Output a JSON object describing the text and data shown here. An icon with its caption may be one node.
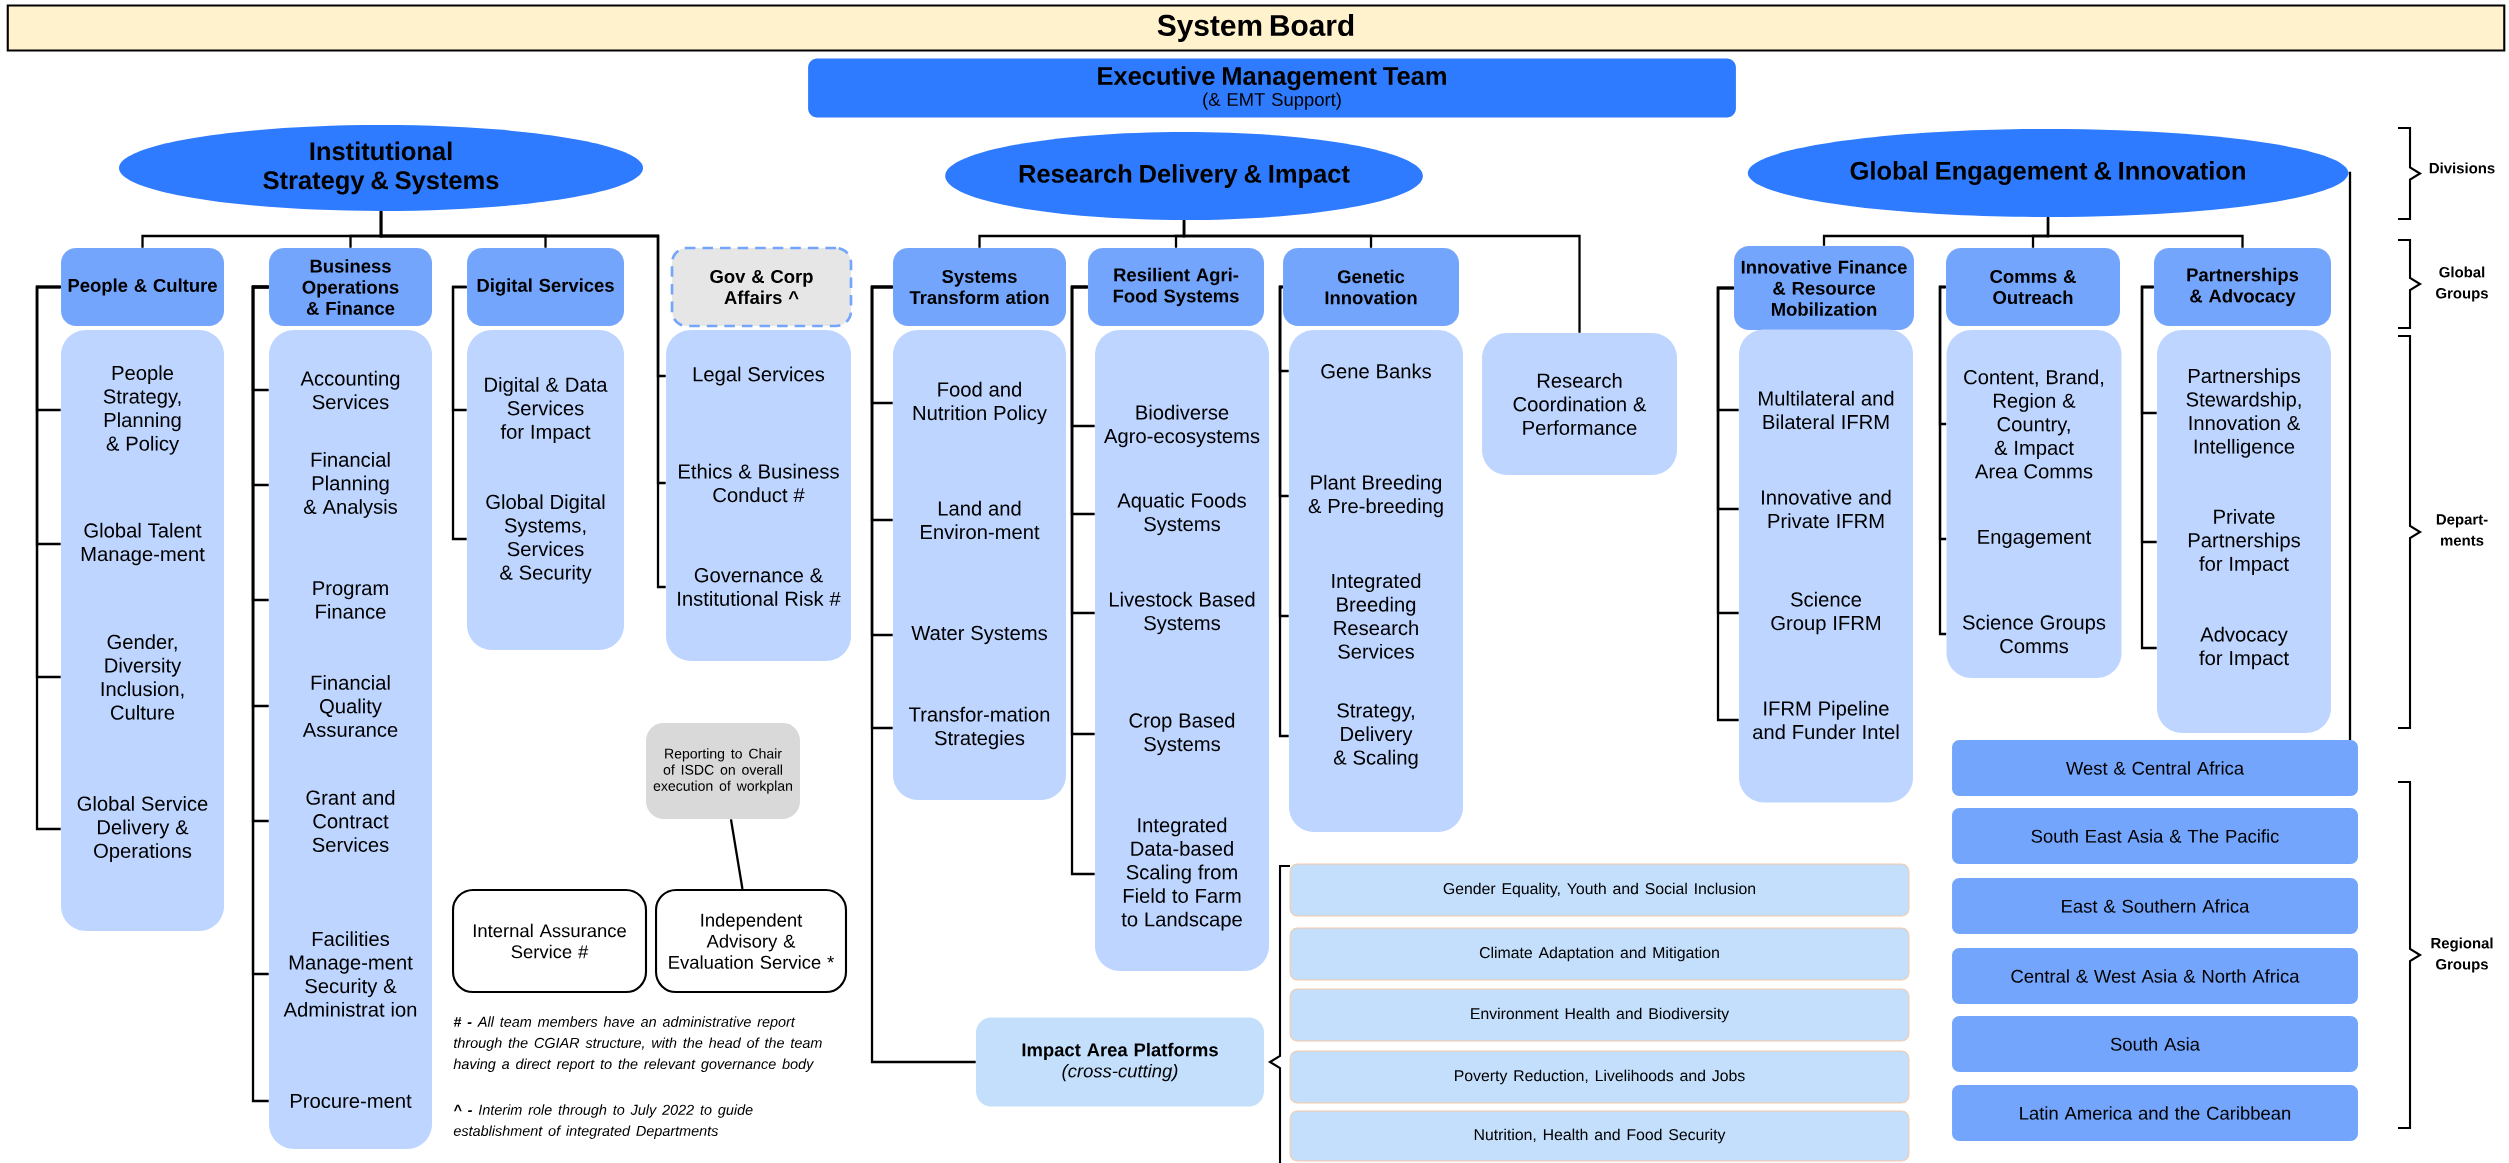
{
  "diagram": {
    "nodes": [
      {
        "text": [
          "System Board"
        ]
      },
      {
        "text": [
          "Executive Management Team",
          "(& EMT Support)"
        ]
      },
      {
        "text": [
          "Institutional Strategy & Systems"
        ]
      },
      {
        "text": [
          "Research Delivery & Impact"
        ]
      },
      {
        "text": [
          "Global Engagement & Innovation"
        ]
      },
      {
        "text": [
          "People & Culture"
        ]
      },
      {
        "text": [],
        "shape": "box"
      },
      {
        "text": [
          "People Strategy, Planning & Policy"
        ],
        "in": 6
      },
      {
        "text": [
          "Global Talent Manage-ment"
        ],
        "in": 6
      },
      {
        "text": [
          "Gender, Diversity Inclusion, Culture"
        ],
        "in": 6
      },
      {
        "text": [
          "Global Service Delivery & Operations"
        ],
        "in": 6
      },
      {
        "text": [
          "Business Operations & Finance"
        ]
      },
      {
        "text": [],
        "shape": "box"
      },
      {
        "text": [
          "Accounting Services"
        ],
        "in": 12
      },
      {
        "text": [
          "Financial Planning & Analysis"
        ],
        "in": 12
      },
      {
        "text": [
          "Program Finance"
        ],
        "in": 12
      },
      {
        "text": [
          "Financial Quality Assurance"
        ],
        "in": 12
      },
      {
        "text": [
          "Grant and Contract Services"
        ],
        "in": 12
      },
      {
        "text": [
          "Facilities Manage-ment Security & Administrat ion"
        ],
        "in": 12
      },
      {
        "text": [
          "Procure-ment"
        ],
        "in": 12
      },
      {
        "text": [
          "Digital Services"
        ]
      },
      {
        "text": [],
        "shape": "box"
      },
      {
        "text": [
          "Digital & Data Services for Impact"
        ],
        "in": 21
      },
      {
        "text": [
          "Global Digital Systems, Services & Security"
        ],
        "in": 21
      },
      {
        "text": [
          "Gov & Corp Affairs ^"
        ]
      },
      {
        "text": [],
        "shape": "box"
      },
      {
        "text": [
          "Legal Services"
        ],
        "in": 25
      },
      {
        "text": [
          "Ethics & Business Conduct #"
        ],
        "in": 25
      },
      {
        "text": [
          "Governance & Institutional Risk #"
        ],
        "in": 25
      },
      {
        "text": [
          "Systems Transform ation"
        ]
      },
      {
        "text": [],
        "shape": "box"
      },
      {
        "text": [
          "Food and Nutrition Policy"
        ],
        "in": 30
      },
      {
        "text": [
          "Land and Environ-ment"
        ],
        "in": 30
      },
      {
        "text": [
          "Water Systems"
        ],
        "in": 30
      },
      {
        "text": [
          "Transfor-mation Strategies"
        ],
        "in": 30
      },
      {
        "text": [
          "Resilient Agri-Food Systems"
        ]
      },
      {
        "text": [],
        "shape": "box"
      },
      {
        "text": [
          "Biodiverse Agro-ecosystems"
        ],
        "in": 36
      },
      {
        "text": [
          "Aquatic Foods Systems"
        ],
        "in": 36
      },
      {
        "text": [
          "Livestock Based Systems"
        ],
        "in": 36
      },
      {
        "text": [
          "Crop Based Systems"
        ],
        "in": 36
      },
      {
        "text": [
          "Integrated Data-based Scaling from Field to Farm to Landscape"
        ],
        "in": 36
      },
      {
        "text": [
          "Genetic Innovation"
        ]
      },
      {
        "text": [],
        "shape": "box"
      },
      {
        "text": [
          "Gene Banks"
        ],
        "in": 43
      },
      {
        "text": [
          "Plant Breeding & Pre-breeding"
        ],
        "in": 43
      },
      {
        "text": [
          "Integrated Breeding Research Services"
        ],
        "in": 43
      },
      {
        "text": [
          "Strategy, Delivery & Scaling"
        ],
        "in": 43
      },
      {
        "text": [
          "Research Coordination & Performance"
        ]
      },
      {
        "text": [
          "Innovative Finance & Resource Mobilization"
        ]
      },
      {
        "text": [],
        "shape": "box"
      },
      {
        "text": [
          "Multilateral and Bilateral IFRM"
        ],
        "in": 50
      },
      {
        "text": [
          "Innovative and Private IFRM"
        ],
        "in": 50
      },
      {
        "text": [
          "Science Group IFRM"
        ],
        "in": 50
      },
      {
        "text": [
          "IFRM Pipeline and Funder Intel"
        ],
        "in": 50
      },
      {
        "text": [
          "Comms & Outreach"
        ]
      },
      {
        "text": [],
        "shape": "box"
      },
      {
        "text": [
          "Content, Brand, Region & Country, & Impact Area Comms"
        ],
        "in": 56
      },
      {
        "text": [
          "Engagement"
        ],
        "in": 56
      },
      {
        "text": [
          "Science Groups Comms"
        ],
        "in": 56
      },
      {
        "text": [
          "Partnerships & Advocacy"
        ]
      },
      {
        "text": [],
        "shape": "box"
      },
      {
        "text": [
          "Partnerships Stewardship, Innovation & Intelligence"
        ],
        "in": 61
      },
      {
        "text": [
          "Private Partnerships for Impact"
        ],
        "in": 61
      },
      {
        "text": [
          "Advocacy for Impact"
        ],
        "in": 61
      },
      {
        "text": [
          "West & Central Africa"
        ]
      },
      {
        "text": [
          "South East Asia & The Pacific"
        ]
      },
      {
        "text": [
          "East & Southern Africa"
        ]
      },
      {
        "text": [
          "Central & West Asia & North Africa"
        ]
      },
      {
        "text": [
          "South Asia"
        ]
      },
      {
        "text": [
          "Latin America and the Caribbean"
        ]
      },
      {
        "text": [
          "Reporting to Chair of ISDC on overall execution of workplan"
        ]
      },
      {
        "text": [
          "Internal Assurance Service #"
        ]
      },
      {
        "text": [
          "Independent Advisory & Evaluation Service *"
        ]
      },
      {
        "text": [
          "Impact Area Platforms",
          "(cross-cutting)"
        ]
      },
      {
        "text": [
          "Gender Equality, Youth and Social Inclusion"
        ]
      },
      {
        "text": [
          "Climate Adaptation and Mitigation"
        ]
      },
      {
        "text": [
          "Environment Health and Biodiversity"
        ]
      },
      {
        "text": [
          "Poverty Reduction, Livelihoods and Jobs"
        ]
      },
      {
        "text": [
          "Nutrition, Health and Food Security"
        ]
      }
    ],
    "edges": [
      {
        "from": 2,
        "to": 5,
        "arrow": "none"
      },
      {
        "from": 2,
        "to": 11,
        "arrow": "none"
      },
      {
        "from": 2,
        "to": 20,
        "arrow": "none"
      },
      {
        "from": 2,
        "to": 26,
        "arrow": "none"
      },
      {
        "from": 2,
        "to": 27,
        "arrow": "none"
      },
      {
        "from": 2,
        "to": 28,
        "arrow": "none"
      },
      {
        "from": 3,
        "to": 29,
        "arrow": "none"
      },
      {
        "from": 3,
        "to": 35,
        "arrow": "none"
      },
      {
        "from": 3,
        "to": 42,
        "arrow": "none"
      },
      {
        "from": 3,
        "to": 48,
        "arrow": "none"
      },
      {
        "from": 4,
        "to": 49,
        "arrow": "none"
      },
      {
        "from": 4,
        "to": 55,
        "arrow": "none"
      },
      {
        "from": 4,
        "to": 60,
        "arrow": "none"
      },
      {
        "from": 4,
        "to": 65,
        "arrow": "none"
      },
      {
        "from": 5,
        "to": 7,
        "arrow": "none"
      },
      {
        "from": 5,
        "to": 8,
        "arrow": "none"
      },
      {
        "from": 5,
        "to": 9,
        "arrow": "none"
      },
      {
        "from": 5,
        "to": 10,
        "arrow": "none"
      },
      {
        "from": 11,
        "to": 13,
        "arrow": "none"
      },
      {
        "from": 11,
        "to": 14,
        "arrow": "none"
      },
      {
        "from": 11,
        "to": 15,
        "arrow": "none"
      },
      {
        "from": 11,
        "to": 16,
        "arrow": "none"
      },
      {
        "from": 11,
        "to": 17,
        "arrow": "none"
      },
      {
        "from": 11,
        "to": 18,
        "arrow": "none"
      },
      {
        "from": 11,
        "to": 19,
        "arrow": "none"
      },
      {
        "from": 20,
        "to": 22,
        "arrow": "none"
      },
      {
        "from": 20,
        "to": 23,
        "arrow": "none"
      },
      {
        "from": 29,
        "to": 31,
        "arrow": "none"
      },
      {
        "from": 29,
        "to": 32,
        "arrow": "none"
      },
      {
        "from": 29,
        "to": 33,
        "arrow": "none"
      },
      {
        "from": 29,
        "to": 34,
        "arrow": "none"
      },
      {
        "from": 29,
        "to": 74,
        "arrow": "none"
      },
      {
        "from": 35,
        "to": 37,
        "arrow": "none"
      },
      {
        "from": 35,
        "to": 38,
        "arrow": "none"
      },
      {
        "from": 35,
        "to": 39,
        "arrow": "none"
      },
      {
        "from": 35,
        "to": 40,
        "arrow": "none"
      },
      {
        "from": 35,
        "to": 41,
        "arrow": "none"
      },
      {
        "from": 42,
        "to": 44,
        "arrow": "none"
      },
      {
        "from": 42,
        "to": 45,
        "arrow": "none"
      },
      {
        "from": 42,
        "to": 46,
        "arrow": "none"
      },
      {
        "from": 42,
        "to": 47,
        "arrow": "none"
      },
      {
        "from": 49,
        "to": 51,
        "arrow": "none"
      },
      {
        "from": 49,
        "to": 52,
        "arrow": "none"
      },
      {
        "from": 49,
        "to": 53,
        "arrow": "none"
      },
      {
        "from": 49,
        "to": 54,
        "arrow": "none"
      },
      {
        "from": 55,
        "to": 57,
        "arrow": "none"
      },
      {
        "from": 55,
        "to": 58,
        "arrow": "none"
      },
      {
        "from": 55,
        "to": 59,
        "arrow": "none"
      },
      {
        "from": 60,
        "to": 62,
        "arrow": "none"
      },
      {
        "from": 60,
        "to": 63,
        "arrow": "none"
      },
      {
        "from": 60,
        "to": 64,
        "arrow": "none"
      },
      {
        "from": 73,
        "to": 71,
        "arrow": "none"
      }
    ],
    "labels": [
      "Divisions",
      "Global Groups",
      "Depart-ments",
      "Regional Groups",
      "**# -** All team members have an administrative report through the CGIAR structure, with the head of the team having a direct report to the relevant governance body",
      "**^ -** Interim role through to July 2022 to guide establishment of integrated Departments"
    ]
  }
}
